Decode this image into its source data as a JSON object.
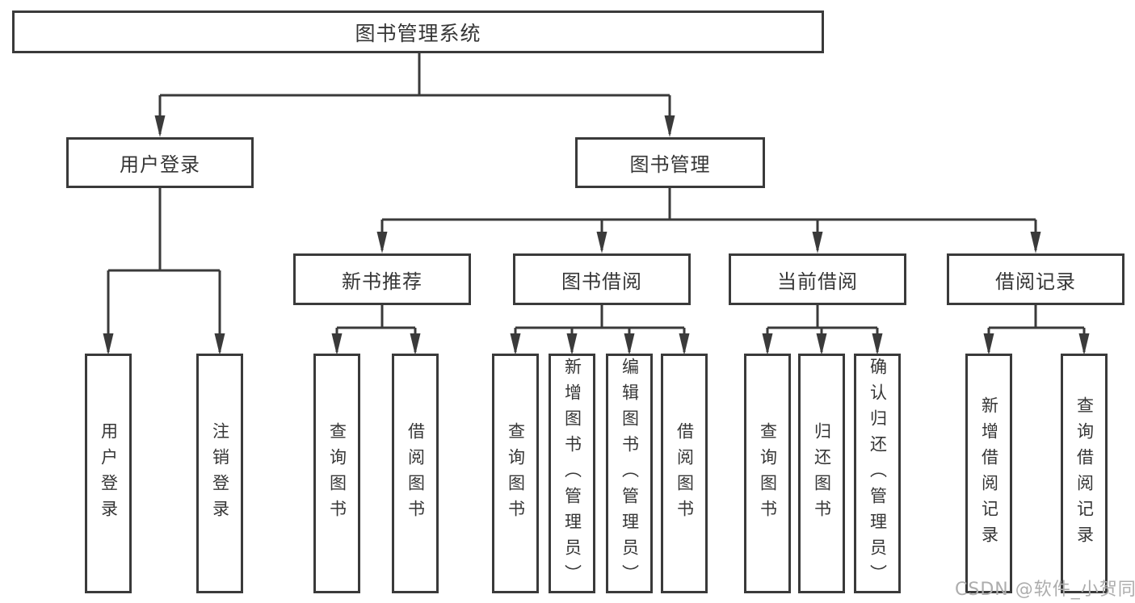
{
  "diagram": {
    "root": {
      "label": "图书管理系统"
    },
    "branches": [
      {
        "label": "用户登录",
        "children": [
          {
            "label": "用户登录"
          },
          {
            "label": "注销登录"
          }
        ]
      },
      {
        "label": "图书管理",
        "children": [
          {
            "label": "新书推荐",
            "children": [
              {
                "label": "查询图书"
              },
              {
                "label": "借阅图书"
              }
            ]
          },
          {
            "label": "图书借阅",
            "children": [
              {
                "label": "查询图书"
              },
              {
                "label": "新增图书（管理员）"
              },
              {
                "label": "编辑图书（管理员）"
              },
              {
                "label": "借阅图书"
              }
            ]
          },
          {
            "label": "当前借阅",
            "children": [
              {
                "label": "查询图书"
              },
              {
                "label": "归还图书"
              },
              {
                "label": "确认归还（管理员）"
              }
            ]
          },
          {
            "label": "借阅记录",
            "children": [
              {
                "label": "新增借阅记录"
              },
              {
                "label": "查询借阅记录"
              }
            ]
          }
        ]
      }
    ]
  },
  "watermark": {
    "text": "CSDN @软件_小贺同学"
  },
  "colors": {
    "line": "#3a3a3a",
    "text": "#363636",
    "watermark": "#adadad",
    "background": "#ffffff"
  }
}
